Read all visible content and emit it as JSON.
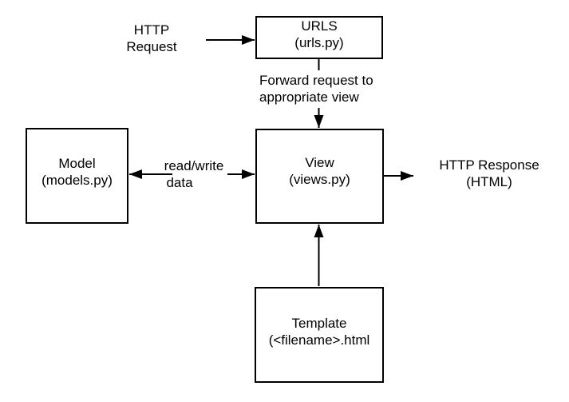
{
  "diagram": {
    "background": "#ffffff",
    "stroke_color": "#000000",
    "text_color": "#000000",
    "nodes": {
      "urls": {
        "title": "URLS",
        "subtitle": "(urls.py)"
      },
      "model": {
        "title": "Model",
        "subtitle": "(models.py)"
      },
      "view": {
        "title": "View",
        "subtitle": "(views.py)"
      },
      "template": {
        "title": "Template",
        "subtitle": "(<filename>.html"
      }
    },
    "labels": {
      "http_request": "HTTP\nRequest",
      "forward": "Forward request to\nappropriate view",
      "read_write": "read/write",
      "data": "data",
      "http_response": "HTTP Response\n(HTML)"
    }
  }
}
